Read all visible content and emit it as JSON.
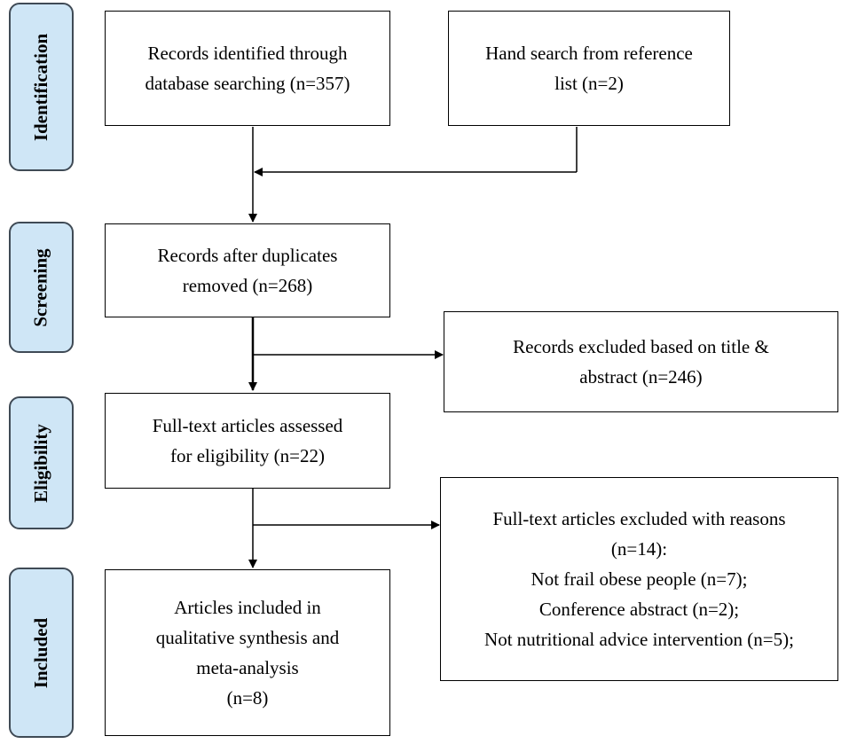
{
  "stages": [
    {
      "id": "identification",
      "label": "Identification"
    },
    {
      "id": "screening",
      "label": "Screening"
    },
    {
      "id": "eligibility",
      "label": "Eligibility"
    },
    {
      "id": "included",
      "label": "Included"
    }
  ],
  "boxes": {
    "records_identified": [
      "Records identified through",
      "database searching (n=357)"
    ],
    "hand_search": [
      "Hand search from reference",
      "list (n=2)"
    ],
    "after_duplicates": [
      "Records after duplicates",
      "removed (n=268)"
    ],
    "excluded_title": [
      "Records excluded based on title &",
      "abstract (n=246)"
    ],
    "full_text_assessed": [
      "Full-text articles assessed",
      "for eligibility (n=22)"
    ],
    "full_text_excluded": [
      "Full-text articles excluded with reasons",
      "(n=14):",
      "Not frail obese people (n=7);",
      "Conference abstract (n=2);",
      "Not nutritional advice intervention (n=5);"
    ],
    "included_articles": [
      "Articles included in",
      "qualitative synthesis and",
      "meta-analysis",
      "(n=8)"
    ]
  }
}
